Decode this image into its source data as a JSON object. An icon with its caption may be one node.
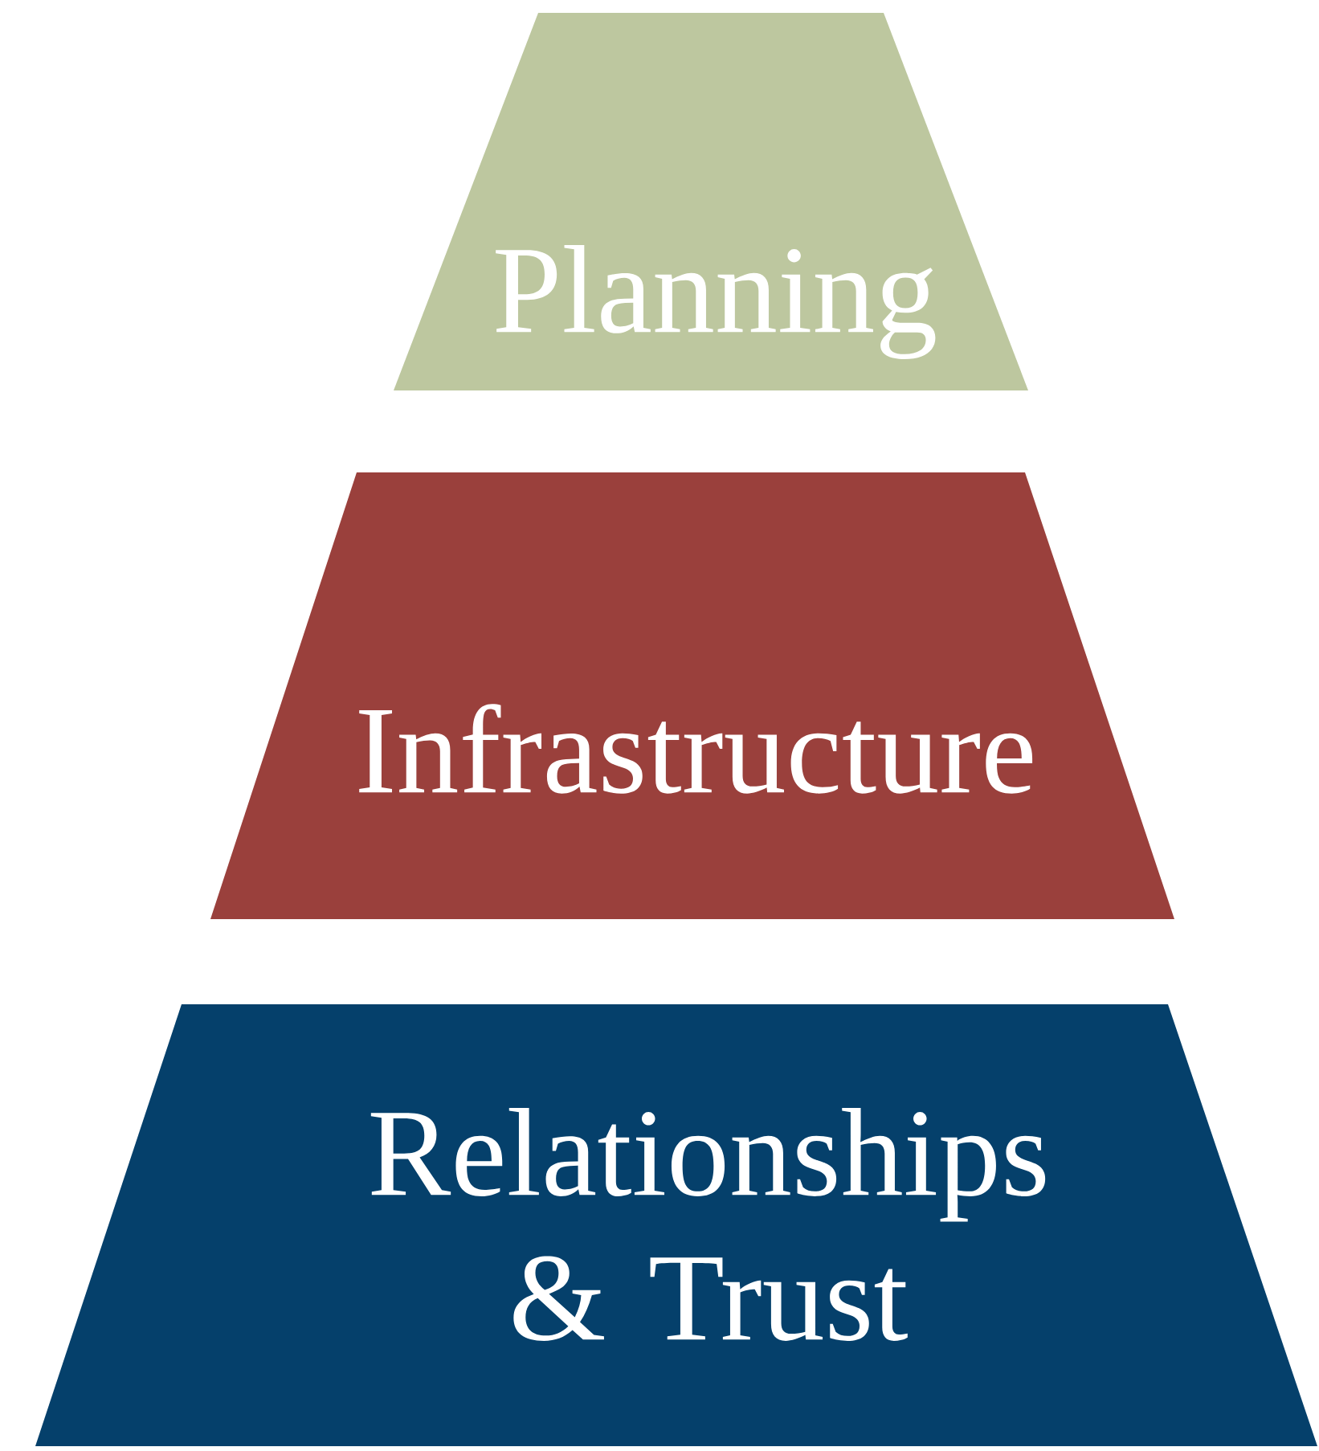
{
  "diagram": {
    "nodes": [
      {
        "text": [
          "Planning"
        ]
      },
      {
        "text": [
          "Infrastructure"
        ]
      },
      {
        "text": [
          "Relationships & Trust"
        ]
      }
    ]
  }
}
